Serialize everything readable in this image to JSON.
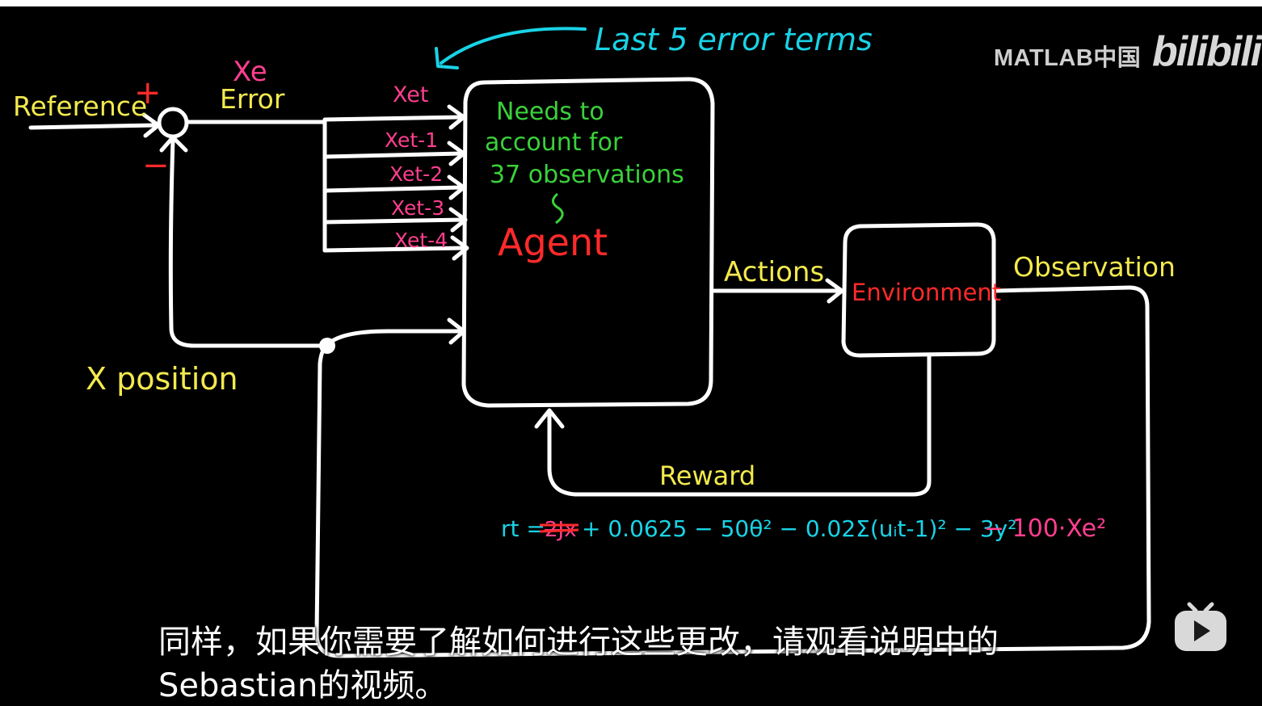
{
  "diagram": {
    "labels": {
      "reference": "Reference",
      "plus": "+",
      "minus": "−",
      "xe_symbol": "Xe",
      "error": "Error",
      "x_position": "X position",
      "last_terms": "Last 5 error terms",
      "xet": "Xet",
      "xet1": "Xet-1",
      "xet2": "Xet-2",
      "xet3": "Xet-3",
      "xet4": "Xet-4",
      "needs": "Needs to",
      "account": "account for",
      "observations": "37 observations",
      "agent": "Agent",
      "actions": "Actions",
      "environment": "Environment",
      "observation": "Observation",
      "reward": "Reward"
    },
    "equation": {
      "lhs": "rt =",
      "struck": "2Jx",
      "terms": "+ 0.0625 − 50θ² − 0.02Σ(uᵢt-1)² − 3y²",
      "last_term": "− 100·Xe²"
    },
    "colors": {
      "line": "#ffffff",
      "reference": "#f2e94e",
      "magenta": "#ff3f8f",
      "green": "#3ad13a",
      "red": "#ff2a2a",
      "cyan": "#19d3e6"
    }
  },
  "watermark": {
    "brand": "MATLAB中国",
    "logo": "bilibili"
  },
  "subtitles": {
    "line1": "同样，如果你需要了解如何进行这些更改，请观看说明中的",
    "line2": "Sebastian的视频。"
  },
  "player": {
    "play_icon": "play-icon"
  }
}
